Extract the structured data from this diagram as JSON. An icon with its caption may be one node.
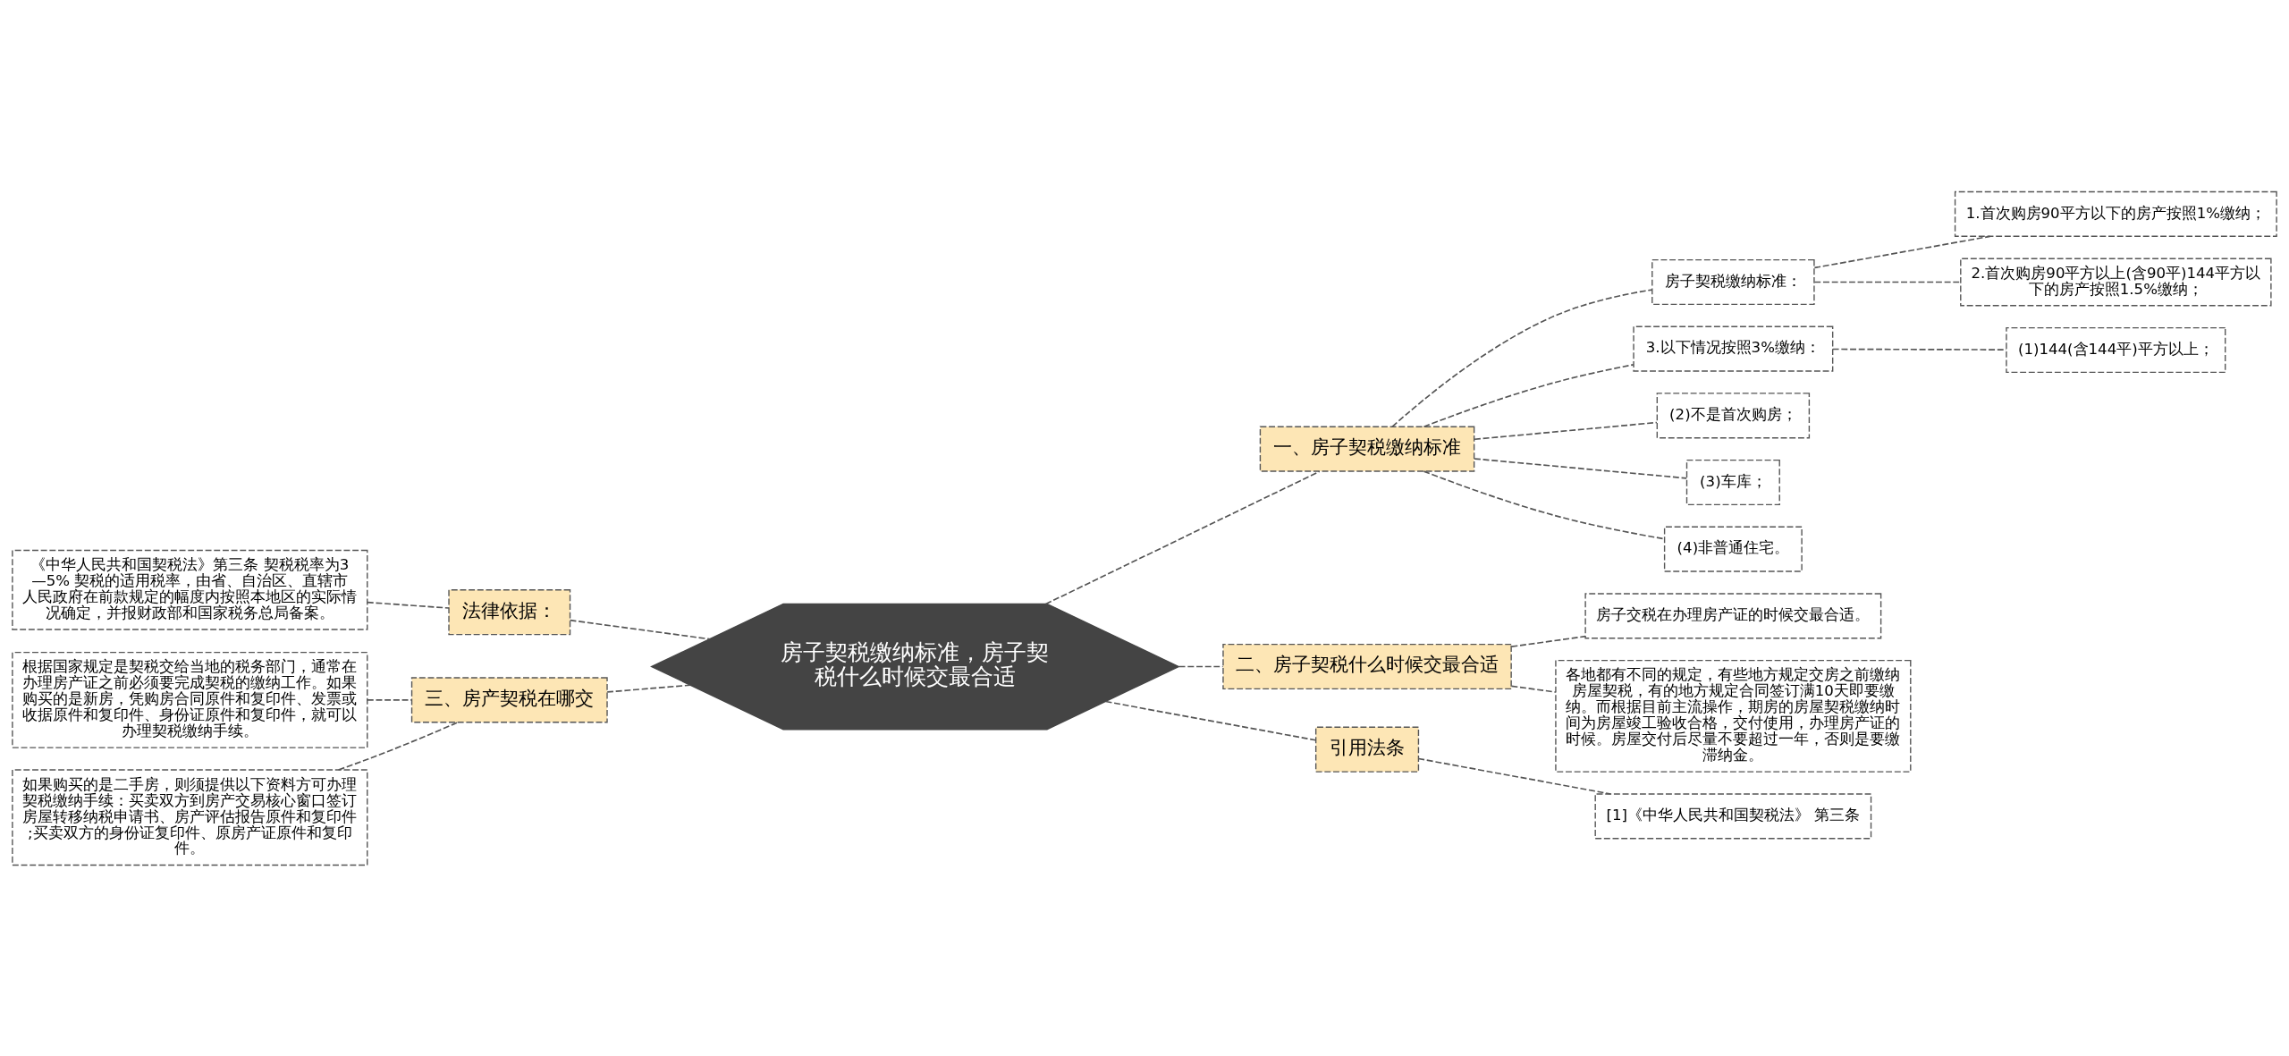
{
  "diagram": {
    "nodes": [
      {
        "text": [
          "房子契税缴纳标准，房子契税什么时候交最合适"
        ]
      },
      {
        "text": [
          "一、房子契税缴纳标准"
        ]
      },
      {
        "text": [
          "房子契税缴纳标准："
        ]
      },
      {
        "text": [
          "1.首次购房90平方以下的房产按照1%缴纳；"
        ]
      },
      {
        "text": [
          "2.首次购房90平方以上(含90平)144平方以下的房产按照1.5%缴纳；"
        ]
      },
      {
        "text": [
          "3.以下情况按照3%缴纳："
        ]
      },
      {
        "text": [
          "(1)144(含144平)平方以上；"
        ]
      },
      {
        "text": [
          "(2)不是首次购房；"
        ]
      },
      {
        "text": [
          "(3)车库；"
        ]
      },
      {
        "text": [
          "(4)非普通住宅。"
        ]
      },
      {
        "text": [
          "二、房子契税什么时候交最合适"
        ]
      },
      {
        "text": [
          "房子交税在办理房产证的时候交最合适。"
        ]
      },
      {
        "text": [
          "各地都有不同的规定，有些地方规定交房之前缴纳房屋契税，有的地方规定合同签订满10天即要缴纳。而根据目前主流操作，期房的房屋契税缴纳时间为房屋竣工验收合格，交付使用，办理房产证的时候。房屋交付后尽量不要超过一年，否则是要缴滞纳金。"
        ]
      },
      {
        "text": [
          "引用法条"
        ]
      },
      {
        "text": [
          "[1]《中华人民共和国契税法》 第三条"
        ]
      },
      {
        "text": [
          "法律依据："
        ]
      },
      {
        "text": [
          "《中华人民共和国契税法》第三条 契税税率为3—5% 契税的适用税率，由省、自治区、直辖市人民政府在前款规定的幅度内按照本地区的实际情况确定，并报财政部和国家税务总局备案。"
        ]
      },
      {
        "text": [
          "三、房产契税在哪交"
        ]
      },
      {
        "text": [
          "根据国家规定是契税交给当地的税务部门，通常在办理房产证之前必须要完成契税的缴纳工作。如果购买的是新房，凭购房合同原件和复印件、发票或收据原件和复印件、身份证原件和复印件，就可以办理契税缴纳手续。"
        ]
      },
      {
        "text": [
          "如果购买的是二手房，则须提供以下资料方可办理契税缴纳手续：买卖双方到房产交易核心窗口签订房屋转移纳税申请书、房产评估报告原件和复印件;买卖双方的身份证复印件、原房产证原件和复印件。"
        ]
      }
    ],
    "edges": [
      {
        "from": 0,
        "to": 1,
        "arrow": "none",
        "style": "dashed"
      },
      {
        "from": 1,
        "to": 2,
        "arrow": "none",
        "style": "dashed"
      },
      {
        "from": 2,
        "to": 3,
        "arrow": "none",
        "style": "dashed"
      },
      {
        "from": 2,
        "to": 4,
        "arrow": "none",
        "style": "dashed"
      },
      {
        "from": 1,
        "to": 5,
        "arrow": "none",
        "style": "dashed"
      },
      {
        "from": 5,
        "to": 6,
        "arrow": "none",
        "style": "dashed"
      },
      {
        "from": 1,
        "to": 7,
        "arrow": "none",
        "style": "dashed"
      },
      {
        "from": 1,
        "to": 8,
        "arrow": "none",
        "style": "dashed"
      },
      {
        "from": 1,
        "to": 9,
        "arrow": "none",
        "style": "dashed"
      },
      {
        "from": 0,
        "to": 10,
        "arrow": "none",
        "style": "dashed"
      },
      {
        "from": 10,
        "to": 11,
        "arrow": "none",
        "style": "dashed"
      },
      {
        "from": 10,
        "to": 12,
        "arrow": "none",
        "style": "dashed"
      },
      {
        "from": 0,
        "to": 13,
        "arrow": "none",
        "style": "dashed"
      },
      {
        "from": 13,
        "to": 14,
        "arrow": "none",
        "style": "dashed"
      },
      {
        "from": 0,
        "to": 15,
        "arrow": "none",
        "style": "dashed"
      },
      {
        "from": 15,
        "to": 16,
        "arrow": "none",
        "style": "dashed"
      },
      {
        "from": 0,
        "to": 17,
        "arrow": "none",
        "style": "dashed"
      },
      {
        "from": 17,
        "to": 18,
        "arrow": "none",
        "style": "dashed"
      },
      {
        "from": 17,
        "to": 19,
        "arrow": "none",
        "style": "dashed"
      }
    ]
  }
}
